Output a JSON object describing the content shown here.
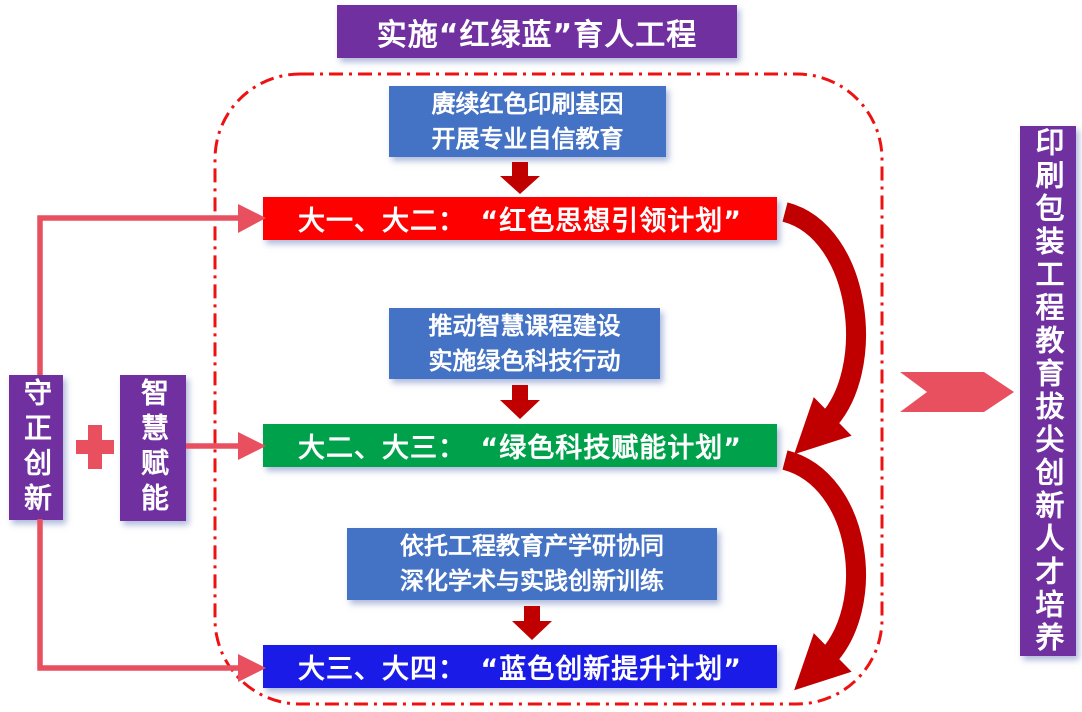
{
  "title": "实施“红绿蓝”育人工程",
  "left_panel": {
    "principle": "守正创新",
    "plus": "+",
    "enabler": "智慧赋能"
  },
  "outcome_banner": "印刷包装工程教育拔尖创新人才培养",
  "flow": {
    "steps": [
      {
        "note": "赓续红色印刷基因\n开展专业自信教育",
        "plan": "大一、大二：　“红色思想引领计划”",
        "plan_color": "#FE0000"
      },
      {
        "note": "推动智慧课程建设\n实施绿色科技行动",
        "plan": "大二、大三：　“绿色科技赋能计划”",
        "plan_color": "#00A14B"
      },
      {
        "note": "依托工程教育产学研协同\n深化学术与实践创新训练",
        "plan": "大三、大四：　“蓝色创新提升计划”",
        "plan_color": "#1B1BE8"
      }
    ]
  },
  "palette": {
    "purple": "#7030A0",
    "note_blue": "#4472C4",
    "plan_red": "#FE0000",
    "plan_green": "#00A14B",
    "plan_blue": "#1B1BE8",
    "connector_pink": "#E85060",
    "process_dark_red": "#C00000",
    "dashed_border_red": "#EE1111"
  }
}
